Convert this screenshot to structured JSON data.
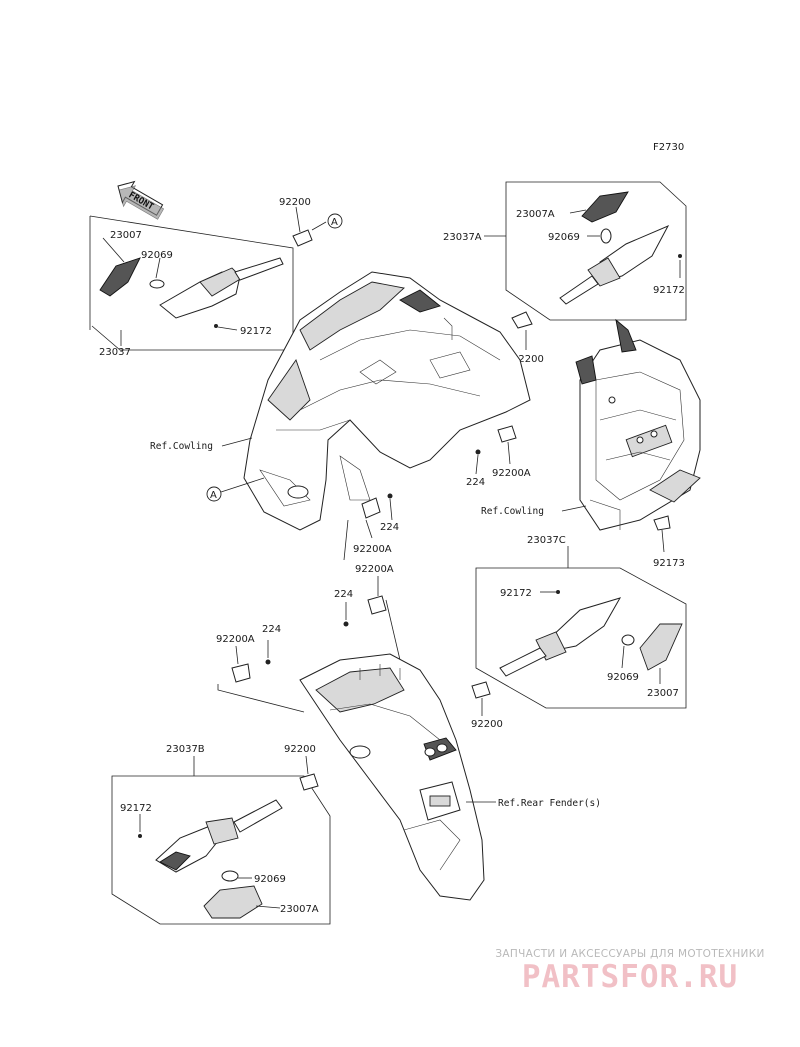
{
  "figure_code": "F2730",
  "front_label": "FRONT",
  "circle_ref": "A",
  "refs": {
    "cowling": "Ref.Cowling",
    "rear_fender": "Ref.Rear Fender(s)"
  },
  "part_labels": {
    "p23007_top": "23007",
    "p92069_top_left": "92069",
    "p92172_top_left": "92172",
    "p23037": "23037",
    "p92200_top": "92200",
    "p23007A_top": "23007A",
    "p23037A": "23037A",
    "p92069_top_right": "92069",
    "p92172_top_right": "92172",
    "p92200_mid": "92200",
    "p224_mid": "224",
    "p92200A_mid": "92200A",
    "p224_center": "224",
    "p92200A_center": "92200A",
    "p92173": "92173",
    "p23037C": "23037C",
    "p92200A_low": "92200A",
    "p224_low": "224",
    "p92172_right": "92172",
    "p92069_right": "92069",
    "p23007_right": "23007",
    "p92200A_left": "92200A",
    "p224_left": "224",
    "p92200_right": "92200",
    "p23037B": "23037B",
    "p92200_left": "92200",
    "p92172_bottom": "92172",
    "p92069_bottom": "92069",
    "p23007A_bottom": "23007A"
  },
  "watermark": {
    "caption": "ЗАПЧАСТИ И АКСЕССУАРЫ ДЛЯ МОТОТЕХНИКИ",
    "logo": "PARTSFOR.RU"
  }
}
